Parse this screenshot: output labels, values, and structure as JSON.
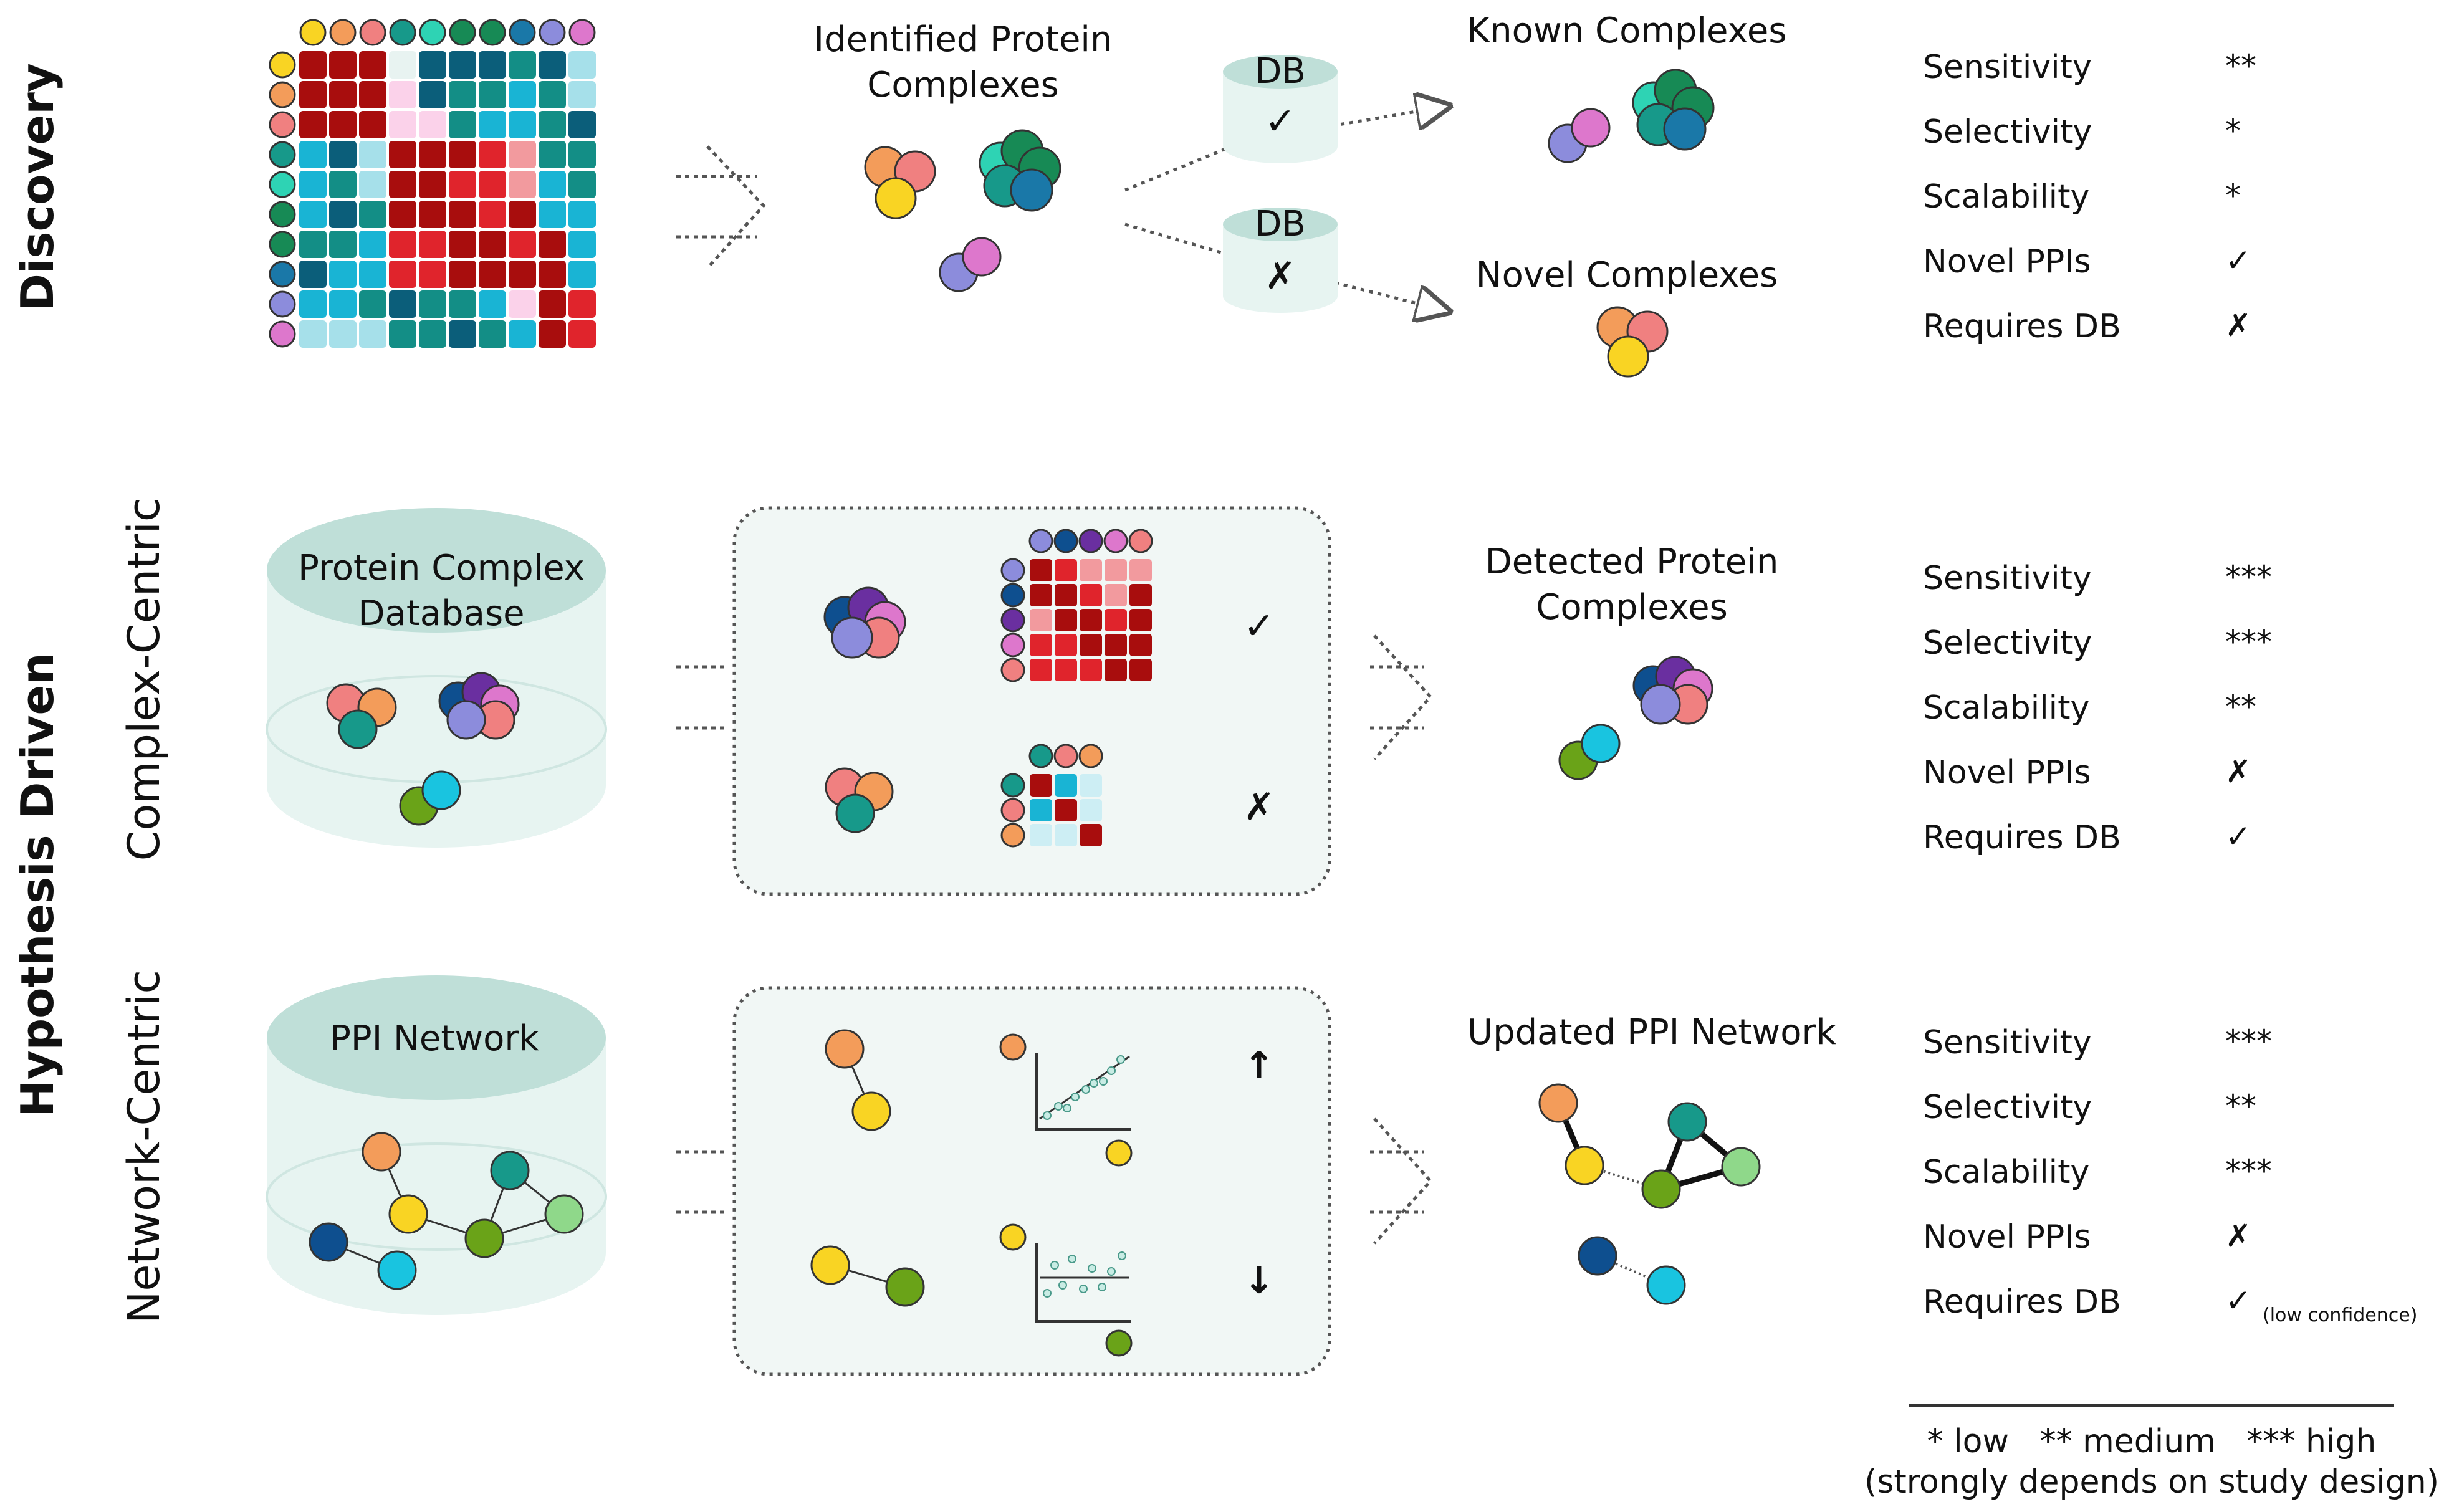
{
  "section_labels": {
    "discovery": "Discovery",
    "hypothesis": "Hypothesis Driven",
    "complex_centric": "Complex-Centric",
    "network_centric": "Network-Centric"
  },
  "discovery": {
    "identified_line1": "Identified Protein",
    "identified_line2": "Complexes",
    "db_label": "DB",
    "check": "✓",
    "cross": "✗",
    "known": "Known Complexes",
    "novel": "Novel Complexes"
  },
  "complex": {
    "db_line1": "Protein Complex",
    "db_line2": "Database",
    "result_line1": "Detected Protein",
    "result_line2": "Complexes",
    "check": "✓",
    "cross": "✗"
  },
  "network": {
    "db_label": "PPI Network",
    "result": "Updated PPI Network",
    "up": "↑",
    "down": "↓"
  },
  "metrics": {
    "discovery": [
      {
        "name": "Sensitivity",
        "value": "**"
      },
      {
        "name": "Selectivity",
        "value": "*"
      },
      {
        "name": "Scalability",
        "value": "*"
      },
      {
        "name": "Novel PPIs",
        "value": "✓"
      },
      {
        "name": "Requires DB",
        "value": "✗"
      }
    ],
    "complex": [
      {
        "name": "Sensitivity",
        "value": "***"
      },
      {
        "name": "Selectivity",
        "value": "***"
      },
      {
        "name": "Scalability",
        "value": "**"
      },
      {
        "name": "Novel PPIs",
        "value": "✗"
      },
      {
        "name": "Requires DB",
        "value": "✓"
      }
    ],
    "network": [
      {
        "name": "Sensitivity",
        "value": "***"
      },
      {
        "name": "Selectivity",
        "value": "**"
      },
      {
        "name": "Scalability",
        "value": "***"
      },
      {
        "name": "Novel PPIs",
        "value": "✗"
      },
      {
        "name": "Requires DB",
        "value": "✓",
        "note": "(low confidence)"
      }
    ]
  },
  "legend": {
    "line1": "* low   ** medium   *** high",
    "line2": "(strongly depends on study design)"
  },
  "colors": {
    "yellow": "#f9d423",
    "orange": "#f39c5a",
    "salmon": "#f08080",
    "teal": "#17998a",
    "mint": "#2ed3b4",
    "green": "#178a55",
    "blue": "#1a78a8",
    "lavender": "#8c8cdc",
    "pink": "#dd77cc",
    "purple": "#6a2fa0",
    "navy": "#0e4f8f",
    "cyan": "#19c4e0",
    "olive": "#6aa318",
    "lightgreen": "#8fd88a",
    "cylinder": "#e7f4f1",
    "cylinder_top": "#bfdfd8"
  }
}
